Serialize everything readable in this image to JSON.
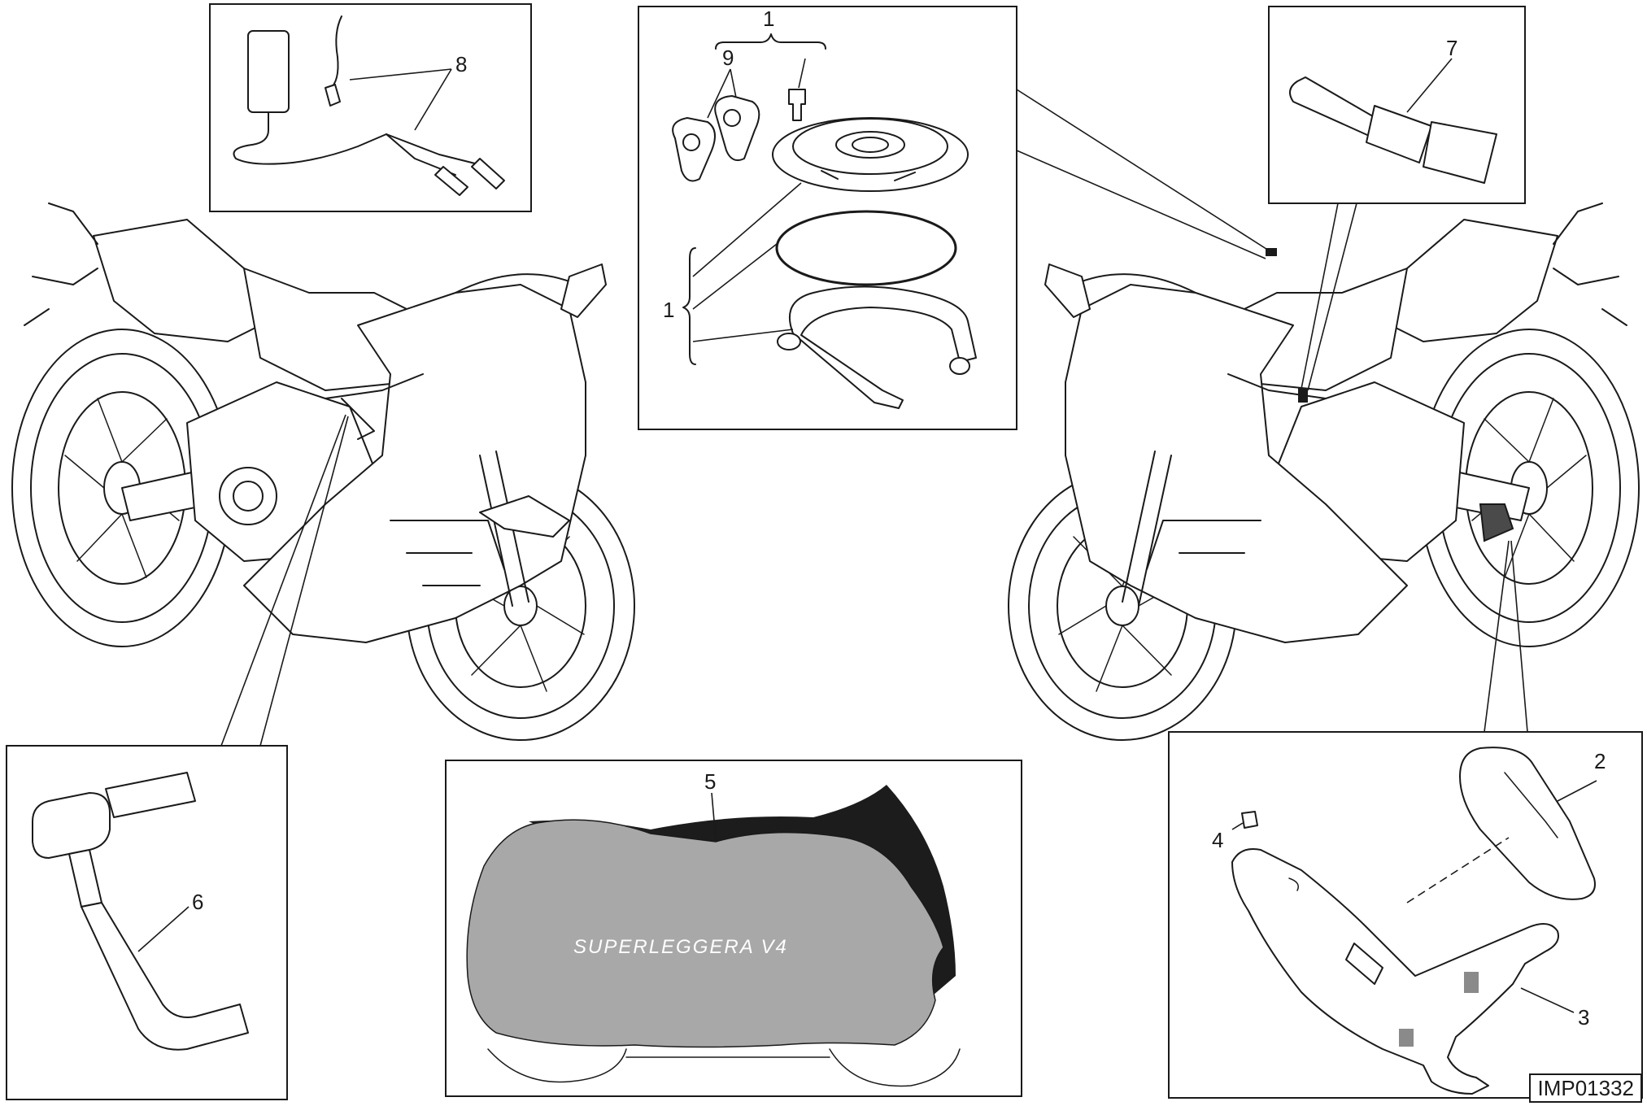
{
  "callouts": {
    "n1_top": "1",
    "n1_left": "1",
    "n2": "2",
    "n3": "3",
    "n4": "4",
    "n5": "5",
    "n6": "6",
    "n7": "7",
    "n8": "8",
    "n9": "9"
  },
  "cover_print": "SUPERLEGGERA V4",
  "reference_code": "IMP01332",
  "colors": {
    "line": "#1a1a1a",
    "cover_grey": "#a8a8a8",
    "cover_dark": "#1c1c1c",
    "bike_fill": "#ffffff"
  },
  "icons": [
    "battery-charger-icon",
    "fuel-cap-kit-icon",
    "key-icon",
    "grip-icon",
    "brake-lever-guard-icon",
    "bike-cover-icon",
    "mirror-icon",
    "license-plate-holder-icon",
    "motorcycle-icon"
  ]
}
